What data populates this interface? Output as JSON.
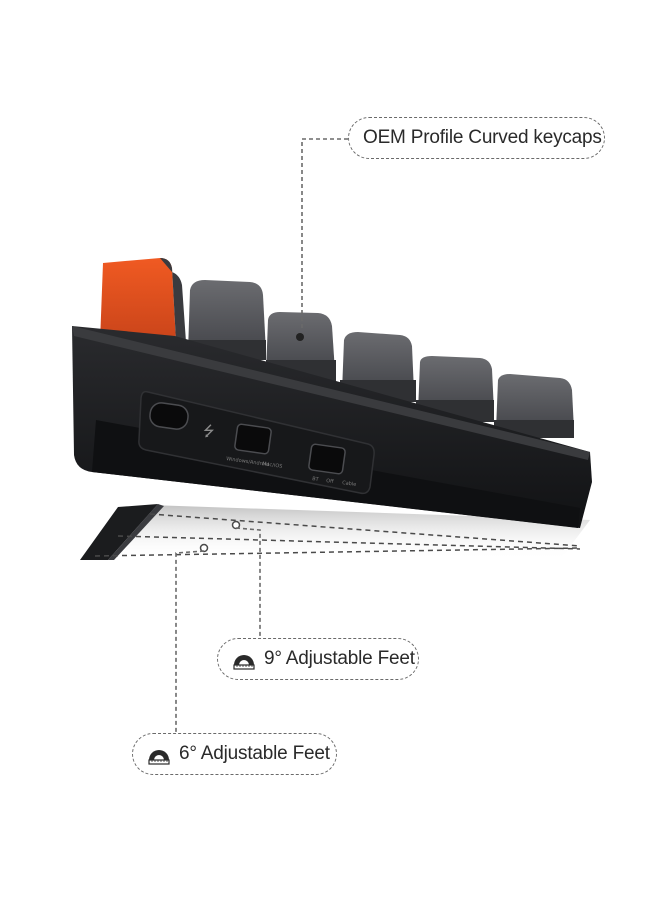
{
  "callouts": {
    "keycaps": {
      "label": "OEM Profile Curved keycaps"
    },
    "feet_9": {
      "label": "9° Adjustable Feet",
      "icon": "protractor-icon"
    },
    "feet_6": {
      "label": "6° Adjustable Feet",
      "icon": "protractor-icon"
    }
  },
  "ports": {
    "toggle_1_labels": [
      "Windows/Android",
      "Mac/iOS"
    ],
    "toggle_2_labels": [
      "BT",
      "Off",
      "Cable"
    ]
  },
  "colors": {
    "accent_key": "#e5501d",
    "keycap_gray": "#5a5b5f",
    "case_black": "#1b1c1e",
    "dashed_line": "#6a6a6a"
  }
}
